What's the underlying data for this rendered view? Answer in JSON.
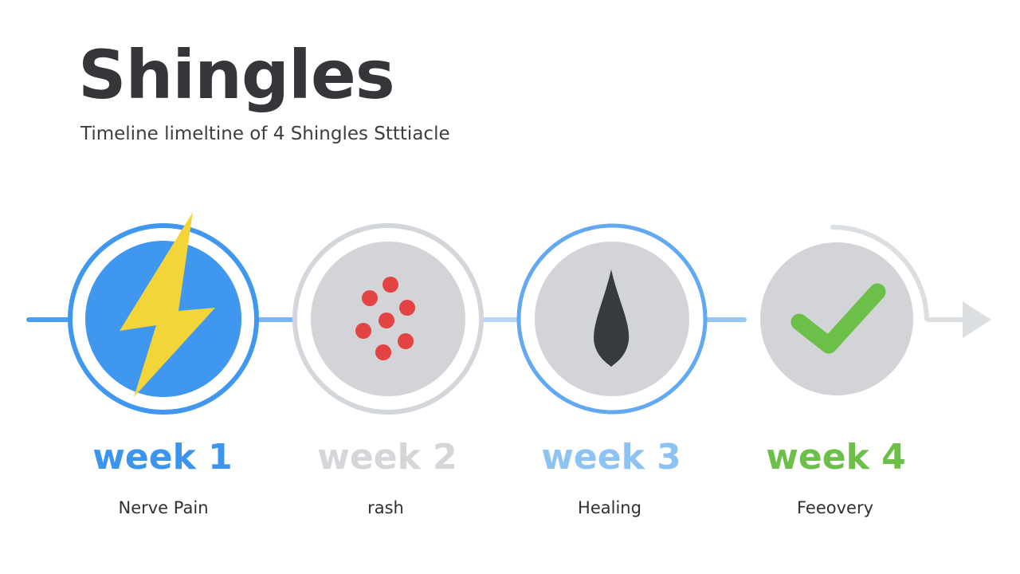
{
  "header": {
    "title": "Shingles",
    "subtitle": "Timeline limeltine of 4 Shingles Stttiacle"
  },
  "colors": {
    "blue": "#3f97f0",
    "light_blue": "#8dbff3",
    "gray_ring": "#d3d6da",
    "gray_fill": "#d2d4d7",
    "bolt_yellow": "#f3d53a",
    "rash_red": "#e44343",
    "check_green": "#6cc04a",
    "dark_icon": "#373a3f"
  },
  "stages": [
    {
      "week": "week 1",
      "desc": "Nerve Pain",
      "icon": "lightning-bolt-icon",
      "week_color": "#3b95ef"
    },
    {
      "week": "week 2",
      "desc": "rash",
      "icon": "rash-dots-icon",
      "week_color": "#d4d6d9"
    },
    {
      "week": "week 3",
      "desc": "Healing",
      "icon": "scab-drop-icon",
      "week_color": "#8cc2f4"
    },
    {
      "week": "week 4",
      "desc": "Feeovery",
      "icon": "checkmark-icon",
      "week_color": "#6cc04a"
    }
  ]
}
